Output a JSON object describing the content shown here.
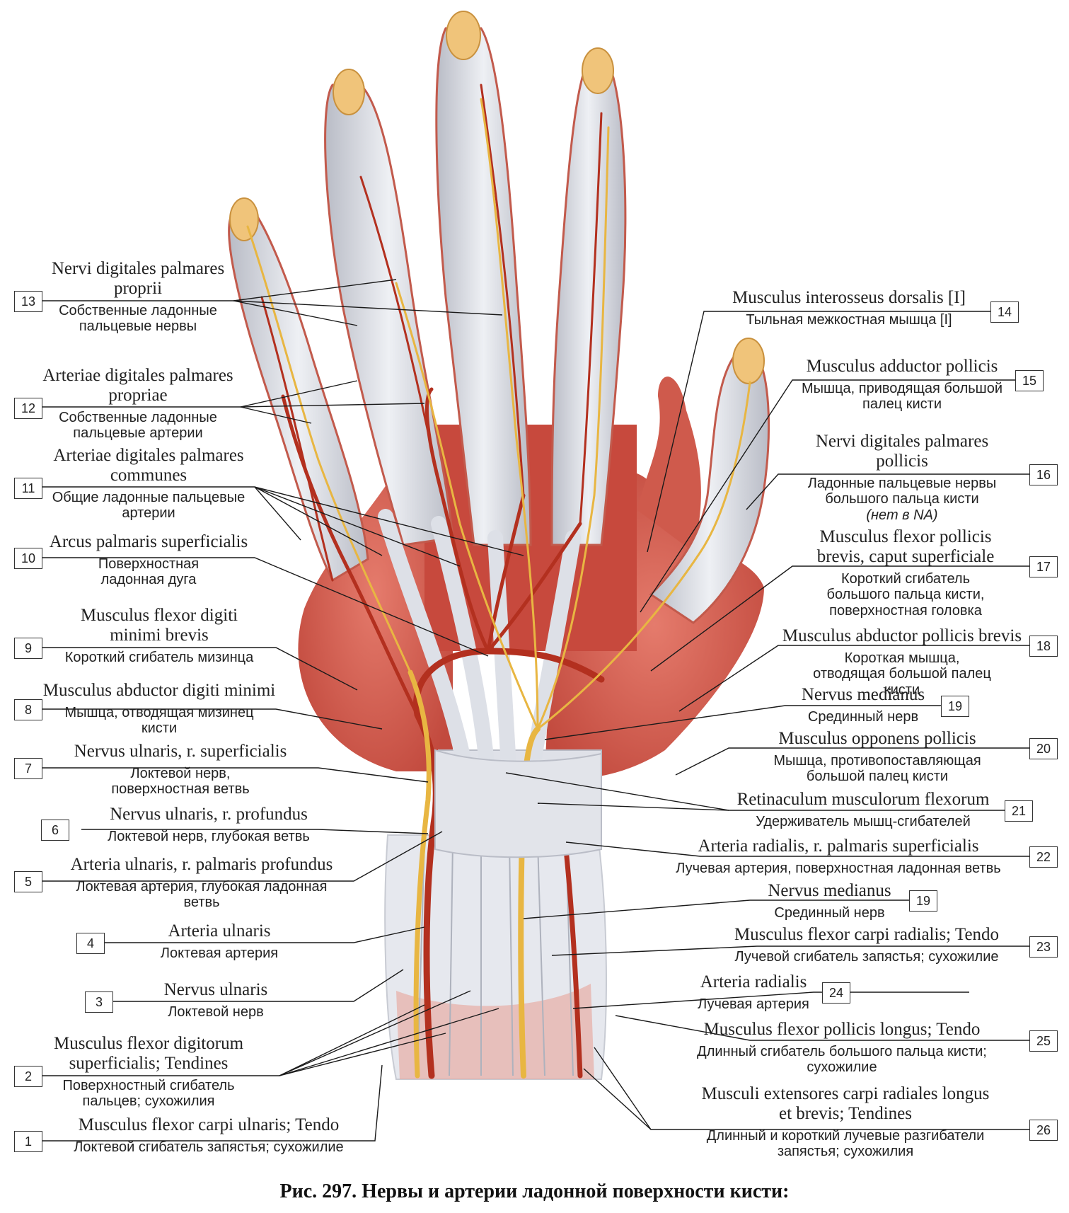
{
  "caption": "Рис. 297. Нервы и артерии ладонной поверхности кисти:",
  "colors": {
    "muscle": "#d9655a",
    "tendon": "#dcdfe6",
    "artery": "#b3301f",
    "nerve": "#e8b642",
    "bone_tip": "#f0c47a"
  },
  "labels": [
    {
      "num": "13",
      "latin": "Nervi digitales palmares proprii",
      "ru": "Собственные ладонные пальцевые нервы"
    },
    {
      "num": "12",
      "latin": "Arteriae digitales palmares propriae",
      "ru": "Собственные ладонные пальцевые артерии"
    },
    {
      "num": "11",
      "latin": "Arteriae digitales palmares communes",
      "ru": "Общие ладонные пальцевые артерии"
    },
    {
      "num": "10",
      "latin": "Arcus palmaris superficialis",
      "ru": "Поверхностная ладонная дуга"
    },
    {
      "num": "9",
      "latin": "Musculus flexor digiti minimi brevis",
      "ru": "Короткий сгибатель мизинца"
    },
    {
      "num": "8",
      "latin": "Musculus abductor digiti minimi",
      "ru": "Мышца, отводящая мизинец кисти"
    },
    {
      "num": "7",
      "latin": "Nervus ulnaris, r. superficialis",
      "ru": "Локтевой нерв, поверхностная ветвь"
    },
    {
      "num": "6",
      "latin": "Nervus ulnaris, r. profundus",
      "ru": "Локтевой нерв, глубокая ветвь"
    },
    {
      "num": "5",
      "latin": "Arteria ulnaris, r. palmaris profundus",
      "ru": "Локтевая артерия, глубокая ладонная ветвь"
    },
    {
      "num": "4",
      "latin": "Arteria ulnaris",
      "ru": "Локтевая артерия"
    },
    {
      "num": "3",
      "latin": "Nervus ulnaris",
      "ru": "Локтевой нерв"
    },
    {
      "num": "2",
      "latin": "Musculus flexor digitorum superficialis; Tendines",
      "ru": "Поверхностный сгибатель пальцев; сухожилия"
    },
    {
      "num": "1",
      "latin": "Musculus flexor carpi ulnaris; Tendo",
      "ru": "Локтевой сгибатель запястья; сухожилие"
    },
    {
      "num": "14",
      "latin": "Musculus interosseus dorsalis [I]",
      "ru": "Тыльная межкостная мышца [I]"
    },
    {
      "num": "15",
      "latin": "Musculus adductor pollicis",
      "ru": "Мышца, приводящая большой палец кисти"
    },
    {
      "num": "16",
      "latin": "Nervi digitales palmares pollicis",
      "ru": "Ладонные пальцевые нервы большого пальца кисти",
      "ru_note": "(нет в NA)"
    },
    {
      "num": "17",
      "latin": "Musculus flexor pollicis brevis, caput superficiale",
      "ru": "Короткий сгибатель большого пальца кисти, поверхностная головка"
    },
    {
      "num": "18",
      "latin": "Musculus abductor pollicis brevis",
      "ru": "Короткая мышца, отводящая большой палец кисти"
    },
    {
      "num": "19",
      "latin": "Nervus medianus",
      "ru": "Срединный нерв"
    },
    {
      "num": "20",
      "latin": "Musculus opponens pollicis",
      "ru": "Мышца, противопоставляющая большой палец кисти"
    },
    {
      "num": "21",
      "latin": "Retinaculum musculorum flexorum",
      "ru": "Удерживатель мышц-сгибателей"
    },
    {
      "num": "22",
      "latin": "Arteria radialis, r. palmaris superficialis",
      "ru": "Лучевая артерия, поверхностная ладонная ветвь"
    },
    {
      "num": "19",
      "latin": "Nervus medianus",
      "ru": "Срединный нерв"
    },
    {
      "num": "23",
      "latin": "Musculus flexor carpi radialis; Tendo",
      "ru": "Лучевой сгибатель запястья; сухожилие"
    },
    {
      "num": "24",
      "latin": "Arteria radialis",
      "ru": "Лучевая артерия"
    },
    {
      "num": "25",
      "latin": "Musculus flexor pollicis longus; Tendo",
      "ru": "Длинный сгибатель большого пальца кисти; сухожилие"
    },
    {
      "num": "26",
      "latin": "Musculi extensores carpi radiales longus et brevis; Tendines",
      "ru": "Длинный и короткий лучевые разгибатели запястья; сухожилия"
    }
  ]
}
